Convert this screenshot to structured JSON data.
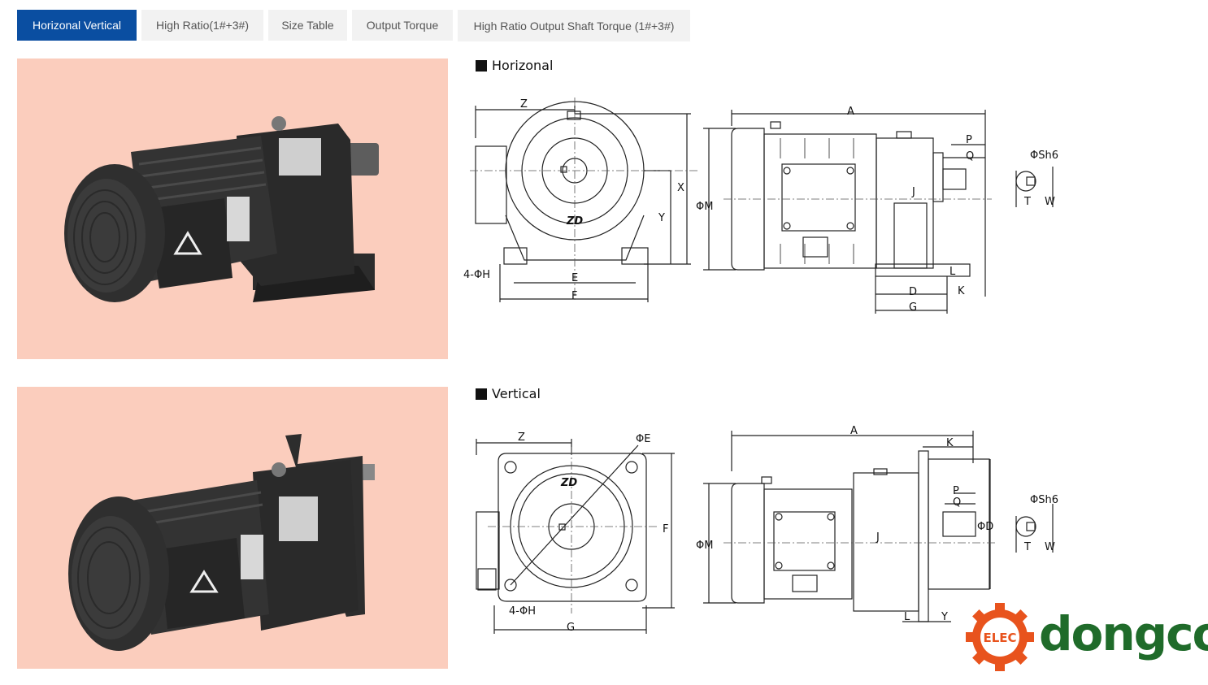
{
  "tabs": [
    {
      "label": "Horizonal Vertical",
      "active": true
    },
    {
      "label": "High Ratio(1#+3#)",
      "active": false
    },
    {
      "label": "Size Table",
      "active": false
    },
    {
      "label": "Output Torque",
      "active": false
    },
    {
      "label": "High Ratio Output Shaft Torque (1#+3#)",
      "active": false
    }
  ],
  "sections": {
    "horizontal": {
      "heading": "Horizonal",
      "labels": {
        "Z": "Z",
        "X": "X",
        "Y": "Y",
        "H": "4-ΦH",
        "E": "E",
        "F": "F",
        "M": "ΦM",
        "A": "A",
        "P": "P",
        "Q": "Q",
        "J": "J",
        "L": "L",
        "K": "K",
        "D": "D",
        "G": "G",
        "Sh6": "ΦSh6",
        "T": "T",
        "W": "W",
        "brand": "ZD"
      }
    },
    "vertical": {
      "heading": "Vertical",
      "labels": {
        "Z": "Z",
        "E": "ΦE",
        "F": "F",
        "H": "4-ΦH",
        "G": "G",
        "M": "ΦM",
        "A": "A",
        "K": "K",
        "P": "P",
        "Q": "Q",
        "J": "J",
        "D": "ΦD",
        "L": "L",
        "Y": "Y",
        "Sh6": "ΦSh6",
        "T": "T",
        "W": "W",
        "brand": "ZD"
      }
    }
  },
  "logo": {
    "badge": "ELEC",
    "word": "dongco",
    "gear_color": "#e8531d",
    "word_color": "#1f6b2a"
  },
  "colors": {
    "tab_active": "#0a4ea1",
    "tab_bg": "#f2f2f2",
    "photo_bg": "#fbcdbd"
  }
}
